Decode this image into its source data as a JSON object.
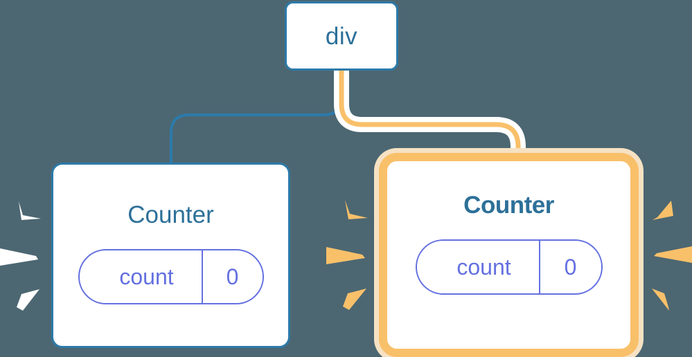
{
  "diagram": {
    "title": "React component tree re-render highlight",
    "background_color": "#4c6772"
  },
  "colors": {
    "background": "#4c6772",
    "box_border_blue": "#2c7aaa",
    "title_blue": "#2d7099",
    "state_purple": "#6470e0",
    "highlight_orange": "#f9c06a",
    "highlight_halo": "#f6e2c3",
    "connector_blue": "#2c7aaa",
    "connector_orange": "#f9c06a",
    "ray_white": "#ffffff",
    "box_fill": "#ffffff"
  },
  "nodes": {
    "root": {
      "label": "div"
    },
    "counter_left": {
      "label": "Counter",
      "state": {
        "key": "count",
        "value": "0"
      },
      "highlighted": false
    },
    "counter_right": {
      "label": "Counter",
      "state": {
        "key": "count",
        "value": "0"
      },
      "highlighted": true
    }
  },
  "edges": [
    {
      "name": "div-to-counter-left",
      "from": "root",
      "to": "counter_left",
      "color": "#2c7aaa",
      "highlighted": false
    },
    {
      "name": "div-to-counter-right",
      "from": "root",
      "to": "counter_right",
      "color": "#f9c06a",
      "highlighted": true
    }
  ],
  "decorations": {
    "rays_left_of_left_box": {
      "name": "white-sparkle-rays",
      "color": "#ffffff",
      "count": 3
    },
    "rays_right_of_left_box": {
      "name": "orange-sparkle-rays",
      "color": "#f9c06a",
      "count": 3
    },
    "rays_right_of_right_box": {
      "name": "orange-sparkle-rays",
      "color": "#f9c06a",
      "count": 3
    }
  }
}
